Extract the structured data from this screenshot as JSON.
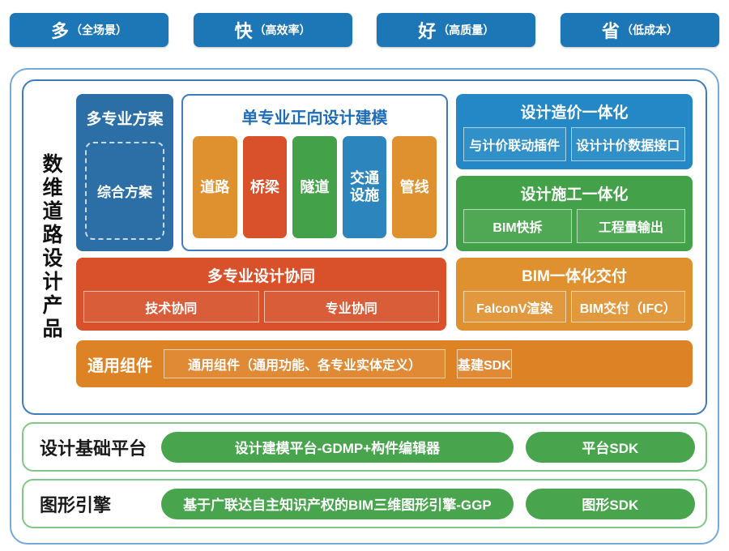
{
  "colors": {
    "banner_blue": "#1d76b5",
    "plan_blue": "#2b6fa6",
    "cost_blue": "#2388c5",
    "construction_green": "#43a249",
    "collab_red": "#d8512b",
    "delivery_orange": "#e0912f",
    "components_orange": "#de8226",
    "pill_green": "#49a54d",
    "outer_border_blue": "#74a9d8",
    "product_border_blue": "#3e7cbd",
    "bottom_border_green": "#82c787",
    "modeling_title_blue": "#1e6db6"
  },
  "top_banner": {
    "items": [
      {
        "main": "多",
        "sub": "（全场景）"
      },
      {
        "main": "快",
        "sub": "（高效率）"
      },
      {
        "main": "好",
        "sub": "（高质量）"
      },
      {
        "main": "省",
        "sub": "（低成本）"
      }
    ]
  },
  "product_area": {
    "side_label": "数维道路设计产品",
    "multi_plan": {
      "title": "多专业方案",
      "item": "综合方案"
    },
    "single_modeling": {
      "title": "单专业正向设计建模",
      "items": [
        {
          "label": "道路",
          "color": "#e0912f"
        },
        {
          "label": "桥梁",
          "color": "#d8512b"
        },
        {
          "label": "隧道",
          "color": "#43a249"
        },
        {
          "label": "交通设施",
          "color": "#2c85bd"
        },
        {
          "label": "管线",
          "color": "#e0912f"
        }
      ]
    },
    "design_cost": {
      "title": "设计造价一体化",
      "items": [
        "与计价联动插件",
        "设计计价数据接口"
      ]
    },
    "design_construction": {
      "title": "设计施工一体化",
      "items": [
        "BIM快拆",
        "工程量输出"
      ]
    },
    "multi_collab": {
      "title": "多专业设计协同",
      "items": [
        "技术协同",
        "专业协同"
      ]
    },
    "bim_delivery": {
      "title": "BIM一体化交付",
      "items": [
        "FalconV渲染",
        "BIM交付（IFC）"
      ]
    },
    "common_components": {
      "label": "通用组件",
      "items": [
        "通用组件（通用功能、各专业实体定义）",
        "基建SDK"
      ]
    }
  },
  "platform_row": {
    "label": "设计基础平台",
    "pills": [
      "设计建模平台-GDMP+构件编辑器",
      "平台SDK"
    ]
  },
  "engine_row": {
    "label": "图形引擎",
    "pills": [
      "基于广联达自主知识产权的BIM三维图形引擎-GGP",
      "图形SDK"
    ]
  }
}
